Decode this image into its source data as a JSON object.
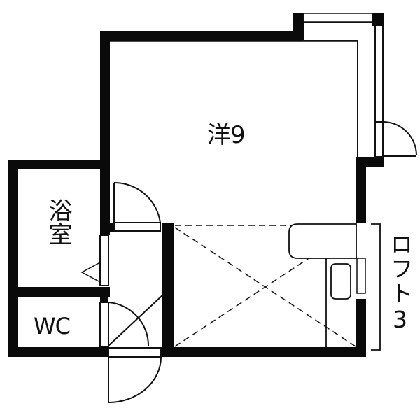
{
  "floor_plan": {
    "rooms": [
      {
        "id": "western",
        "label": "洋9",
        "type": "Western-style room",
        "size_jo": 9
      },
      {
        "id": "bath",
        "label": "浴室",
        "type": "Bathroom"
      },
      {
        "id": "wc",
        "label": "WC",
        "type": "Toilet"
      },
      {
        "id": "loft",
        "label": "ロフト3",
        "type": "Loft",
        "size_jo": 3
      }
    ],
    "colors": {
      "wall": "#0a0a0a",
      "line": "#111111",
      "background": "#ffffff"
    }
  }
}
